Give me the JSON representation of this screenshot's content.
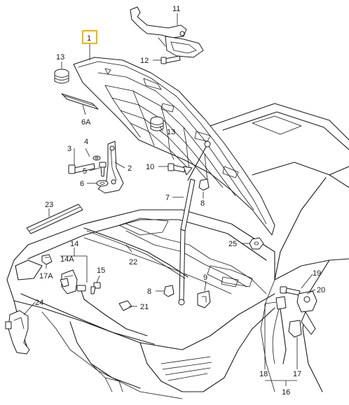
{
  "highlight_color": "#f5b400",
  "callouts": {
    "c1": "1",
    "c2": "2",
    "c3": "3",
    "c4": "4",
    "c5": "5",
    "c6": "6",
    "c6A": "6A",
    "c7": "7",
    "c8a": "8",
    "c8b": "8",
    "c9": "9",
    "c10": "10",
    "c11": "11",
    "c12": "12",
    "c13a": "13",
    "c13b": "13",
    "c14": "14",
    "c14A": "14A",
    "c15": "15",
    "c16": "16",
    "c17": "17",
    "c17A": "17A",
    "c18": "18",
    "c19": "19",
    "c20": "20",
    "c21": "21",
    "c22": "22",
    "c23": "23",
    "c24": "24",
    "c25": "25"
  }
}
